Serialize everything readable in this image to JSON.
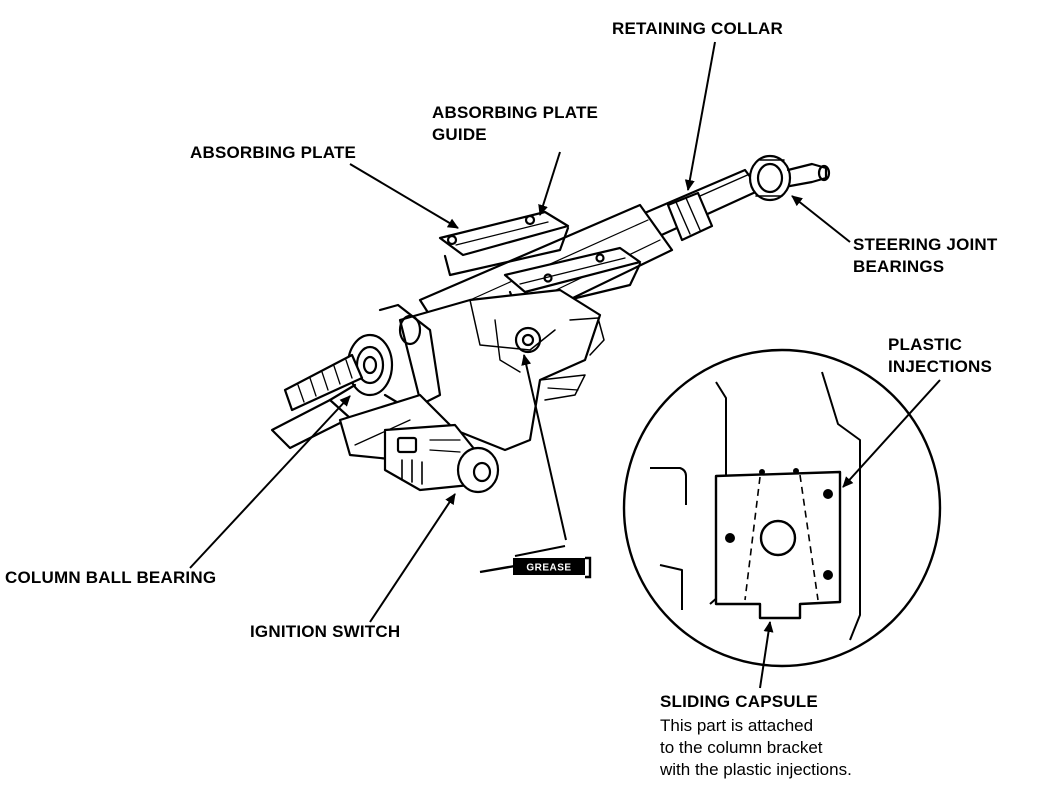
{
  "labels": {
    "retaining_collar": "RETAINING COLLAR",
    "absorbing_plate_guide": [
      "ABSORBING PLATE",
      "GUIDE"
    ],
    "absorbing_plate": "ABSORBING PLATE",
    "steering_joint_bearings": [
      "STEERING JOINT",
      "BEARINGS"
    ],
    "plastic_injections": [
      "PLASTIC",
      "INJECTIONS"
    ],
    "column_ball_bearing": "COLUMN BALL BEARING",
    "ignition_switch": "IGNITION SWITCH",
    "sliding_capsule": "SLIDING CAPSULE",
    "grease": "GREASE"
  },
  "note": [
    "This part is attached",
    "to the column bracket",
    "with the plastic injections."
  ]
}
